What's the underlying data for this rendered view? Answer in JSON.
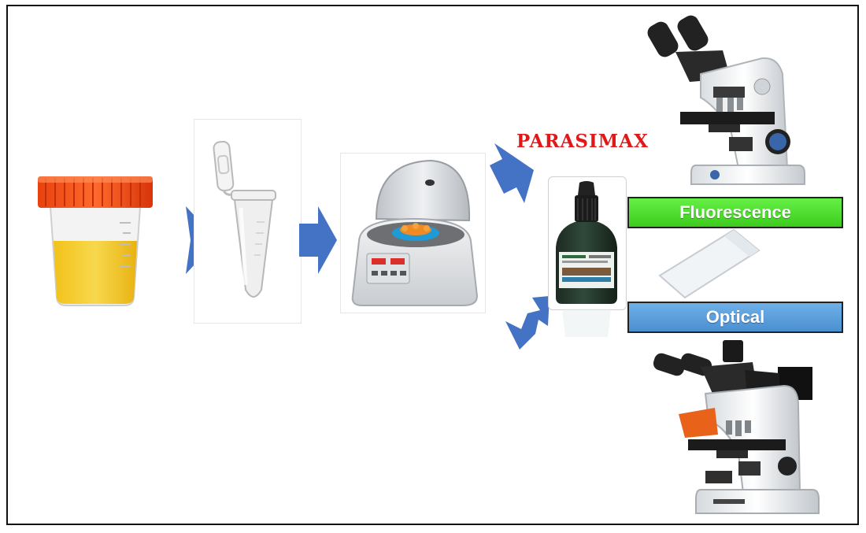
{
  "brand_label": "PARASIMAX",
  "labels": {
    "fluorescence": "Fluorescence",
    "optical": "Optical"
  },
  "colors": {
    "fluorescence_bar": "#4ee22e",
    "optical_bar": "#5b9bd5",
    "arrow": "#4472c4",
    "brand_text": "#e01818"
  },
  "icons": [
    "urine-sample-cup-icon",
    "eppendorf-tube-icon",
    "centrifuge-icon",
    "reagent-dropper-bottle-icon",
    "microscope-slide-icon",
    "binocular-microscope-icon",
    "fluorescence-microscope-icon"
  ]
}
